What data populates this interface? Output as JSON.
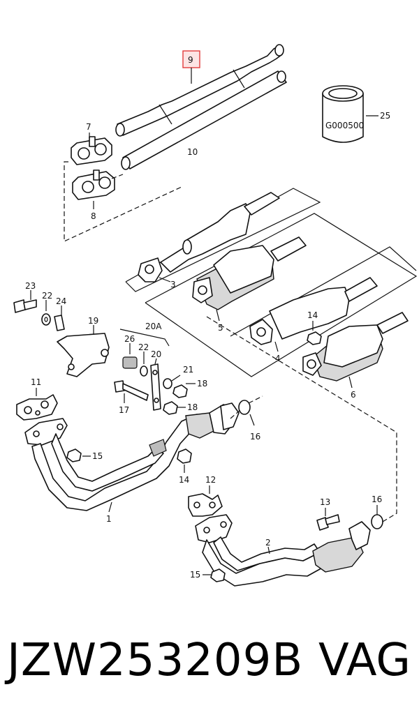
{
  "callouts": {
    "p1": "1",
    "p2": "2",
    "p3": "3",
    "p4": "4",
    "p5": "5",
    "p6": "6",
    "p7": "7",
    "p8": "8",
    "p9": "9",
    "p10": "10",
    "p11": "11",
    "p12": "12",
    "p13": "13",
    "p14a": "14",
    "p14b": "14",
    "p15a": "15",
    "p15b": "15",
    "p16a": "16",
    "p16b": "16",
    "p17": "17",
    "p18a": "18",
    "p18b": "18",
    "p19": "19",
    "p20": "20",
    "p20a": "20A",
    "p21": "21",
    "p22a": "22",
    "p22b": "22",
    "p23": "23",
    "p24": "24",
    "p25": "25",
    "p26": "26"
  },
  "canister_label": "G000500",
  "highlight_color": "#e23b3b",
  "footer": {
    "part_number": "JZW253209B",
    "brand": "VAG"
  }
}
